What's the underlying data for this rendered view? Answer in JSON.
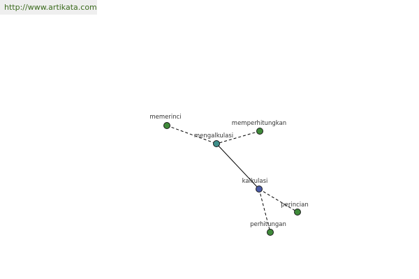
{
  "url": "http://www.artikata.com",
  "graph": {
    "edge_color": "#000000",
    "nodes": [
      {
        "id": "kalkulasi",
        "label": "kalkulasi",
        "color": "#4a5aa6"
      },
      {
        "id": "mengalkulasi",
        "label": "mengalkulasi",
        "color": "#3f8f8a"
      },
      {
        "id": "memerinci",
        "label": "memerinci",
        "color": "#3f8a3a"
      },
      {
        "id": "memperhitungkan",
        "label": "memperhitungkan",
        "color": "#3f8a3a"
      },
      {
        "id": "perincian",
        "label": "perincian",
        "color": "#3f8a3a"
      },
      {
        "id": "perhitungan",
        "label": "perhitungan",
        "color": "#3f8a3a"
      }
    ],
    "edges": [
      {
        "from": "mengalkulasi",
        "to": "kalkulasi",
        "style": "solid"
      },
      {
        "from": "memerinci",
        "to": "mengalkulasi",
        "style": "dashed"
      },
      {
        "from": "memperhitungkan",
        "to": "mengalkulasi",
        "style": "dashed"
      },
      {
        "from": "kalkulasi",
        "to": "perincian",
        "style": "dashed"
      },
      {
        "from": "kalkulasi",
        "to": "perhitungan",
        "style": "dashed"
      }
    ]
  }
}
